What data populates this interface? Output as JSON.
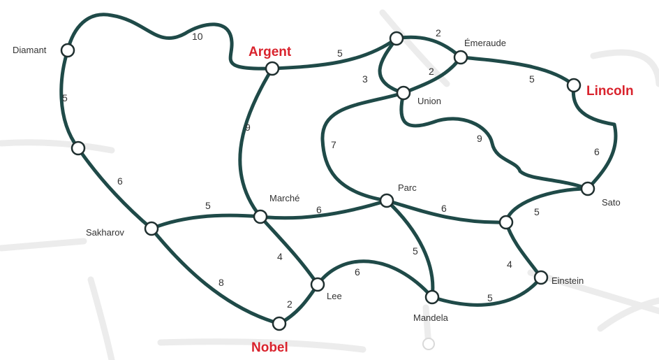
{
  "colors": {
    "route": "#1f4a48",
    "highlight_text": "#d9232d",
    "label_text": "#333333",
    "background_roads": "#ececec"
  },
  "stations": {
    "diamant": "Diamant",
    "argent": "Argent",
    "emeraude": "Émeraude",
    "lincoln": "Lincoln",
    "union": "Union",
    "sakharov": "Sakharov",
    "marche": "Marché",
    "parc": "Parc",
    "sato": "Sato",
    "lee": "Lee",
    "mandela": "Mandela",
    "einstein": "Einstein",
    "nobel": "Nobel"
  },
  "highlighted_stations": [
    "Argent",
    "Lincoln",
    "Nobel"
  ],
  "edges": [
    {
      "from": "Diamant",
      "to": "Argent",
      "weight": "10"
    },
    {
      "from": "Argent",
      "to": "Junction (top)",
      "weight": "5"
    },
    {
      "from": "Junction (top)",
      "to": "Émeraude",
      "weight": "2"
    },
    {
      "from": "Junction (top)",
      "to": "Union",
      "weight": "3"
    },
    {
      "from": "Union",
      "to": "Émeraude",
      "weight": "2"
    },
    {
      "from": "Émeraude",
      "to": "Lincoln",
      "weight": "5"
    },
    {
      "from": "Diamant",
      "to": "Junction (left)",
      "weight": "5"
    },
    {
      "from": "Junction (left)",
      "to": "Sakharov",
      "weight": "6"
    },
    {
      "from": "Argent",
      "to": "Marché",
      "weight": "9"
    },
    {
      "from": "Union",
      "to": "Parc",
      "weight": "7"
    },
    {
      "from": "Union",
      "to": "Sato",
      "weight": "9"
    },
    {
      "from": "Lincoln",
      "to": "Sato",
      "weight": "6"
    },
    {
      "from": "Sakharov",
      "to": "Marché",
      "weight": "5"
    },
    {
      "from": "Marché",
      "to": "Parc",
      "weight": "6"
    },
    {
      "from": "Parc",
      "to": "Junction (right)",
      "weight": "6"
    },
    {
      "from": "Junction (right)",
      "to": "Sato",
      "weight": "5"
    },
    {
      "from": "Marché",
      "to": "Lee",
      "weight": "4"
    },
    {
      "from": "Sakharov",
      "to": "Nobel",
      "weight": "8"
    },
    {
      "from": "Nobel",
      "to": "Lee",
      "weight": "2"
    },
    {
      "from": "Lee",
      "to": "Mandela",
      "weight": "6"
    },
    {
      "from": "Parc",
      "to": "Mandela",
      "weight": "5"
    },
    {
      "from": "Junction (right)",
      "to": "Einstein",
      "weight": "4"
    },
    {
      "from": "Mandela",
      "to": "Einstein",
      "weight": "5"
    }
  ]
}
